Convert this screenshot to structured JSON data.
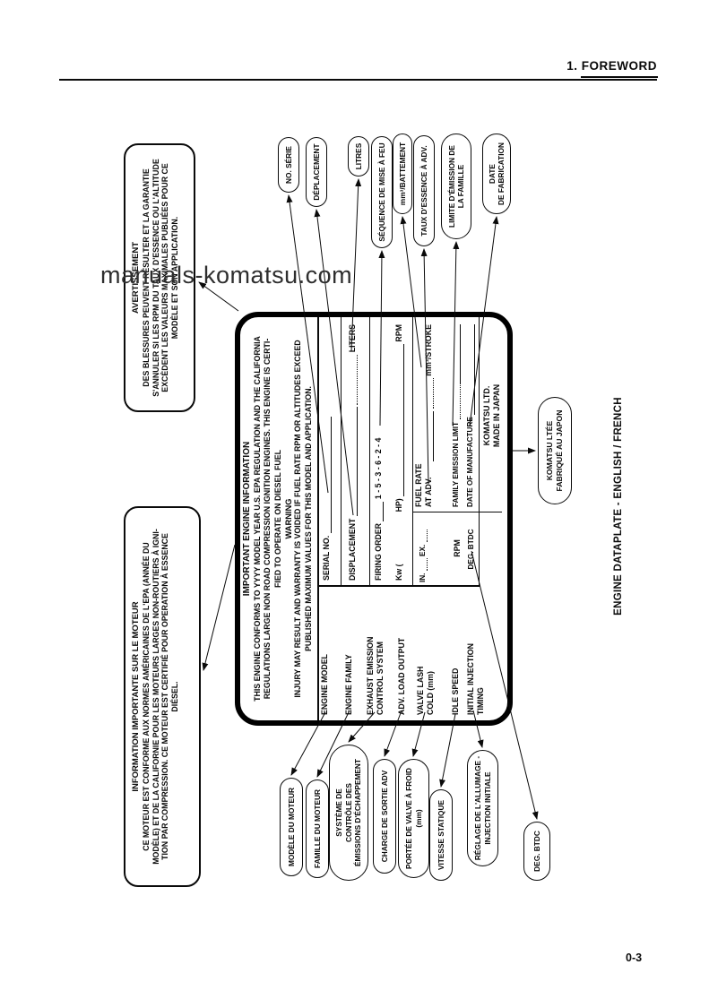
{
  "page": {
    "header": "1.  FOREWORD",
    "page_number": "0-3",
    "watermark": "manuals-komatsu.com",
    "caption": "ENGINE DATAPLATE - ENGLISH / FRENCH"
  },
  "info_box": {
    "title": "INFORMATION IMPORTANTE SUR LE MOTEUR",
    "body": "CE MOTEUR EST CONFORME AUX NORMES AMÉRICAINES DE L'EPA (ANNÉE DU\nMODÈLE) ET DE LA CALIFORNIE POUR LES MOTEURS LARGES NON-ROUTIERS À IGNI-\nTION PAR COMPRESSION.  CE MOTEUR EST CERTIFIÉ POUR OPERATION À ESSENCE\nDIÉSEL."
  },
  "warning_box": {
    "title": "AVERTISSEMENT",
    "body": "DES BLESSURES PEUVENT RÉSULTER ET LA GARANTIE\nS'ANNULER SI LES RPM DU TAUX D'ESSENCE OU L'ALTITUDE\nEXCÈDENT LES VALEURS MAXIMALES PUBLIÉES POUR CE\nMODÈLE ET SON APPLICATION."
  },
  "plate": {
    "title": "IMPORTANT ENGINE INFORMATION",
    "conformity": "THIS ENGINE CONFORMS TO YYYY MODEL YEAR U.S. EPA REGULATION AND THE CALIFORNIA\nREGULATIONS LARGE NON ROAD COMPRESSION IGNITION ENGINES. THIS ENGINE IS CERTI-\nFIED TO OPERATE ON DIESEL FUEL",
    "warning_title": "WARNING",
    "warning": "INJURY MAY RESULT AND WARRANTY IS VOIDED IF FUEL RATE RPM OR ALTITUDES EXCEED\nPUBLISHED MAXIMUM VALUES FOR THIS MODEL AND APPLICATION.",
    "left_fields": [
      "ENGINE MODEL",
      "ENGINE FAMILY",
      "EXHAUST EMISSION\nCONTROL SYSTEM",
      "ADV. LOAD OUTPUT",
      "VALVE LASH\nCOLD (mm)",
      "IDLE SPEED",
      "INITIAL INJECTION\nTIMING"
    ],
    "serial": "SERIAL NO.",
    "displacement": "DISPLACEMENT",
    "liters": "LITERS",
    "firing": "FIRING ORDER",
    "firing_value": "1 - 5 - 3 - 6 - 2 - 4",
    "kw": "Kw (",
    "hp": "HP)",
    "rpm": "RPM",
    "in": "IN.",
    "ex": "EX.",
    "fuel_rate": "FUEL RATE\nAT ADV.",
    "stroke": "mm³/STROKE",
    "idle_rpm": "RPM",
    "family": "FAMILY EMISSION LIMIT",
    "btdc": "DEG. BTDC",
    "date": "DATE OF MANUFACTURE",
    "maker": "KOMATSU LTD.\nMADE IN JAPAN"
  },
  "right_callouts": [
    "NO. SÉRIE",
    "DÉPLACEMENT",
    "LITRES",
    "SÉQUENCE DE MISE À FEU",
    "mm³/BATTEMENT",
    "TAUX D'ESSENCE  À ADV.",
    "LIMITE D'ÉMISSION DE\nLA FAMILLE",
    "DATE\nDE FABRICATION"
  ],
  "left_callouts": [
    "MODÈLE DU MOTEUR",
    "FAMILLE DU MOTEUR",
    "SYSTÈME DE\nCONTRÔLE DES\nÉMISSIONS D'ÉCHAPPEMENT",
    "CHARGE DE SORTIE ADV",
    "PORTÉE DE VALVE À FROID\n(mm)",
    "VITESSE STATIQUE",
    "RÉGLAGE DE L'ALLUMAGE -\nINJECTION INITIALE",
    "DEG. BTDC"
  ],
  "komatsu_callout": "KOMATSU LTÉE\nFABRIQUÉ AU JAPON"
}
